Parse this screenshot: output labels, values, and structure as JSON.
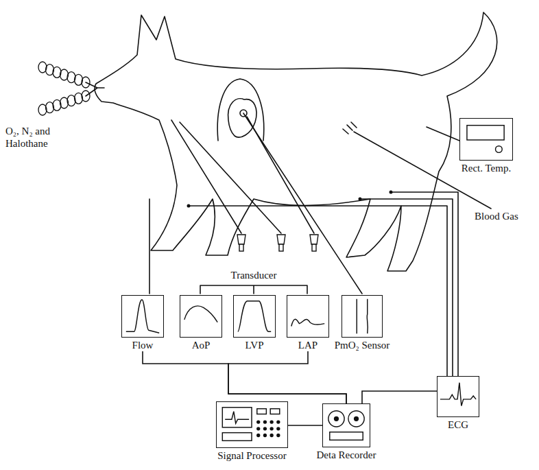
{
  "diagram": {
    "nodes": [
      {
        "text": [
          "Rect. Temp."
        ]
      },
      {
        "text": [
          "Flow"
        ]
      },
      {
        "text": [
          "AoP"
        ]
      },
      {
        "text": [
          "LVP"
        ]
      },
      {
        "text": [
          "LAP"
        ]
      },
      {
        "text": [
          "PmO₂ Sensor"
        ]
      },
      {
        "text": [
          "ECG"
        ]
      },
      {
        "text": [
          "Signal Processor"
        ]
      },
      {
        "text": [
          "Deta Recorder"
        ]
      }
    ],
    "edges": [
      {
        "from": 1,
        "to": 8,
        "arrow": "none"
      },
      {
        "from": 4,
        "to": 8,
        "arrow": "none"
      },
      {
        "from": 6,
        "to": 8,
        "arrow": "none"
      },
      {
        "from": 7,
        "to": 8,
        "arrow": "none"
      }
    ],
    "labels": [
      "O₂, N₂ and Halothane",
      "Transducer",
      "Blood Gas"
    ]
  }
}
